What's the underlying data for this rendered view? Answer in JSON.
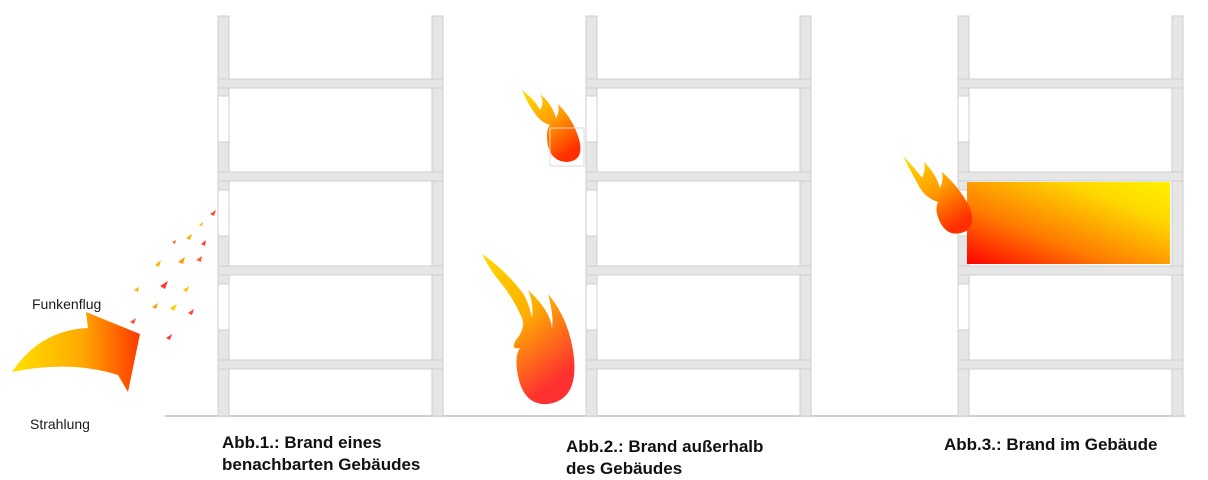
{
  "labels": {
    "spark": "Funkenflug",
    "radiation": "Strahlung"
  },
  "captions": [
    {
      "line1": "Abb.1.: Brand eines",
      "line2": "benachbarten Gebäudes"
    },
    {
      "line1": "Abb.2.: Brand außerhalb",
      "line2": "des Gebäudes"
    },
    {
      "line1": "Abb.3.: Brand im Gebäude",
      "line2": ""
    }
  ],
  "colors": {
    "wall": "#e6e6e6",
    "wall_stroke": "#cfcfcf",
    "flame_hot": "#ff2a00",
    "flame_mid": "#ff8a00",
    "flame_cool": "#ffe000",
    "ground": "#bfbfbf"
  },
  "icons": [
    "arrow-icon",
    "spark-icon",
    "flame-icon"
  ]
}
